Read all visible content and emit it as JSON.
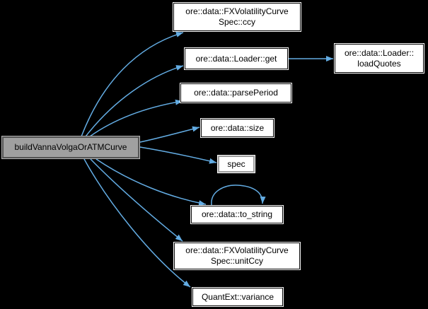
{
  "diagram": {
    "kind": "call-graph",
    "background_color": "#000000",
    "edge_color": "#63ace3",
    "focus_node_fill": "#a0a0a0",
    "nodes": [
      {
        "id": "main",
        "lines": [
          "buildVannaVolgaOrATMCurve"
        ]
      },
      {
        "id": "ccy",
        "lines": [
          "ore::data::FXVolatilityCurve",
          "Spec::ccy"
        ]
      },
      {
        "id": "get",
        "lines": [
          "ore::data::Loader::get"
        ]
      },
      {
        "id": "loadQuotes",
        "lines": [
          "ore::data::Loader::",
          "loadQuotes"
        ]
      },
      {
        "id": "parsePeriod",
        "lines": [
          "ore::data::parsePeriod"
        ]
      },
      {
        "id": "size",
        "lines": [
          "ore::data::size"
        ]
      },
      {
        "id": "spec",
        "lines": [
          "spec"
        ]
      },
      {
        "id": "to_string",
        "lines": [
          "ore::data::to_string"
        ]
      },
      {
        "id": "unitCcy",
        "lines": [
          "ore::data::FXVolatilityCurve",
          "Spec::unitCcy"
        ]
      },
      {
        "id": "variance",
        "lines": [
          "QuantExt::variance"
        ]
      }
    ],
    "edges": [
      {
        "from": "buildVannaVolgaOrATMCurve",
        "to": "ore::data::FXVolatilityCurveSpec::ccy"
      },
      {
        "from": "buildVannaVolgaOrATMCurve",
        "to": "ore::data::Loader::get"
      },
      {
        "from": "buildVannaVolgaOrATMCurve",
        "to": "ore::data::parsePeriod"
      },
      {
        "from": "buildVannaVolgaOrATMCurve",
        "to": "ore::data::size"
      },
      {
        "from": "buildVannaVolgaOrATMCurve",
        "to": "spec"
      },
      {
        "from": "buildVannaVolgaOrATMCurve",
        "to": "ore::data::to_string"
      },
      {
        "from": "buildVannaVolgaOrATMCurve",
        "to": "ore::data::FXVolatilityCurveSpec::unitCcy"
      },
      {
        "from": "buildVannaVolgaOrATMCurve",
        "to": "QuantExt::variance"
      },
      {
        "from": "ore::data::Loader::get",
        "to": "ore::data::Loader::loadQuotes"
      },
      {
        "from": "ore::data::to_string",
        "to": "ore::data::to_string",
        "self_loop": true
      }
    ]
  }
}
